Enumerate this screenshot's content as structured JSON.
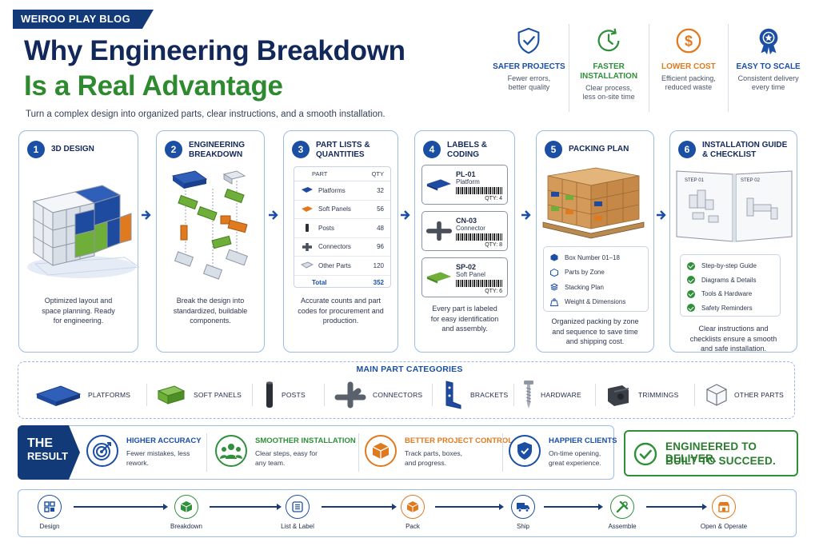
{
  "header": {
    "brand": "WEIROO PLAY BLOG",
    "title_line1": "Why Engineering Breakdown",
    "title_line2": "Is a Real Advantage",
    "subtitle": "Turn a complex design into organized parts, clear instructions, and a smooth installation."
  },
  "benefits": [
    {
      "title": "SAFER PROJECTS",
      "desc": "Fewer errors, better quality",
      "icon": "shield-check-icon",
      "color": "#1a4fa3"
    },
    {
      "title": "FASTER INSTALLATION",
      "desc": "Clear process, less on-site time",
      "icon": "clock-refresh-icon",
      "color": "#2f8f3a"
    },
    {
      "title": "LOWER COST",
      "desc": "Efficient packing, reduced waste",
      "icon": "dollar-coin-icon",
      "color": "#e07a1f"
    },
    {
      "title": "EASY TO SCALE",
      "desc": "Consistent delivery every time",
      "icon": "award-ribbon-icon",
      "color": "#1a4fa3"
    }
  ],
  "steps": [
    {
      "num": "1",
      "title": "3D DESIGN",
      "desc": "Optimized layout and space planning. Ready for engineering."
    },
    {
      "num": "2",
      "title": "ENGINEERING BREAKDOWN",
      "desc": "Break the design into standardized, buildable components."
    },
    {
      "num": "3",
      "title": "PART LISTS & QUANTITIES",
      "desc": "Accurate counts and part codes for procurement and production."
    },
    {
      "num": "4",
      "title": "LABELS & CODING",
      "desc": "Every part is labeled for easy identification and assembly."
    },
    {
      "num": "5",
      "title": "PACKING PLAN",
      "desc": "Organized packing by zone and sequence to save time and shipping cost."
    },
    {
      "num": "6",
      "title": "INSTALLATION GUIDE & CHECKLIST",
      "desc": "Clear instructions and checklists ensure a smooth and safe installation."
    }
  ],
  "parts_table": {
    "col_part": "PART",
    "col_qty": "QTY",
    "rows": [
      {
        "name": "Platforms",
        "qty": "32"
      },
      {
        "name": "Soft Panels",
        "qty": "56"
      },
      {
        "name": "Posts",
        "qty": "48"
      },
      {
        "name": "Connectors",
        "qty": "96"
      },
      {
        "name": "Other Parts",
        "qty": "120"
      }
    ],
    "total_label": "Total",
    "total_value": "352"
  },
  "labels": [
    {
      "code": "PL-01",
      "name": "Platform",
      "qty": "QTY: 4"
    },
    {
      "code": "CN-03",
      "name": "Connector",
      "qty": "QTY: 8"
    },
    {
      "code": "SP-02",
      "name": "Soft Panel",
      "qty": "QTY: 6"
    }
  ],
  "packing_list": [
    "Box Number 01–18",
    "Parts by Zone",
    "Stacking Plan",
    "Weight & Dimensions"
  ],
  "guide": {
    "page1": "STEP 01",
    "page2": "STEP 02",
    "checklist": [
      "Step-by-step Guide",
      "Diagrams & Details",
      "Tools & Hardware",
      "Safety Reminders"
    ]
  },
  "categories": {
    "title": "MAIN PART CATEGORIES",
    "items": [
      "PLATFORMS",
      "SOFT PANELS",
      "POSTS",
      "CONNECTORS",
      "BRACKETS",
      "HARDWARE",
      "TRIMMINGS",
      "OTHER PARTS"
    ]
  },
  "result": {
    "tag_line1": "THE",
    "tag_line2": "RESULT",
    "items": [
      {
        "title": "HIGHER ACCURACY",
        "desc": "Fewer mistakes, less rework.",
        "color": "#1a4fa3",
        "icon": "target-icon"
      },
      {
        "title": "SMOOTHER INSTALLATION",
        "desc": "Clear steps, easy for any team.",
        "color": "#2f8f3a",
        "icon": "team-icon"
      },
      {
        "title": "BETTER PROJECT CONTROL",
        "desc": "Track parts, boxes, and progress.",
        "color": "#e07a1f",
        "icon": "box-icon"
      },
      {
        "title": "HAPPIER CLIENTS",
        "desc": "On-time opening, great experience.",
        "color": "#1a4fa3",
        "icon": "shield-check-icon"
      }
    ],
    "slogan_line1": "ENGINEERED TO DELIVER.",
    "slogan_line2": "BUILT TO SUCCEED."
  },
  "flow": [
    {
      "label": "Design",
      "color": "#1a4fa3",
      "icon": "grid-icon"
    },
    {
      "label": "Breakdown",
      "color": "#2f8f3a",
      "icon": "cube-icon"
    },
    {
      "label": "List & Label",
      "color": "#1a4fa3",
      "icon": "list-icon"
    },
    {
      "label": "Pack",
      "color": "#e07a1f",
      "icon": "package-icon"
    },
    {
      "label": "Ship",
      "color": "#1a4fa3",
      "icon": "truck-icon"
    },
    {
      "label": "Assemble",
      "color": "#2f8f3a",
      "icon": "tools-icon"
    },
    {
      "label": "Open & Operate",
      "color": "#e07a1f",
      "icon": "store-icon"
    }
  ]
}
